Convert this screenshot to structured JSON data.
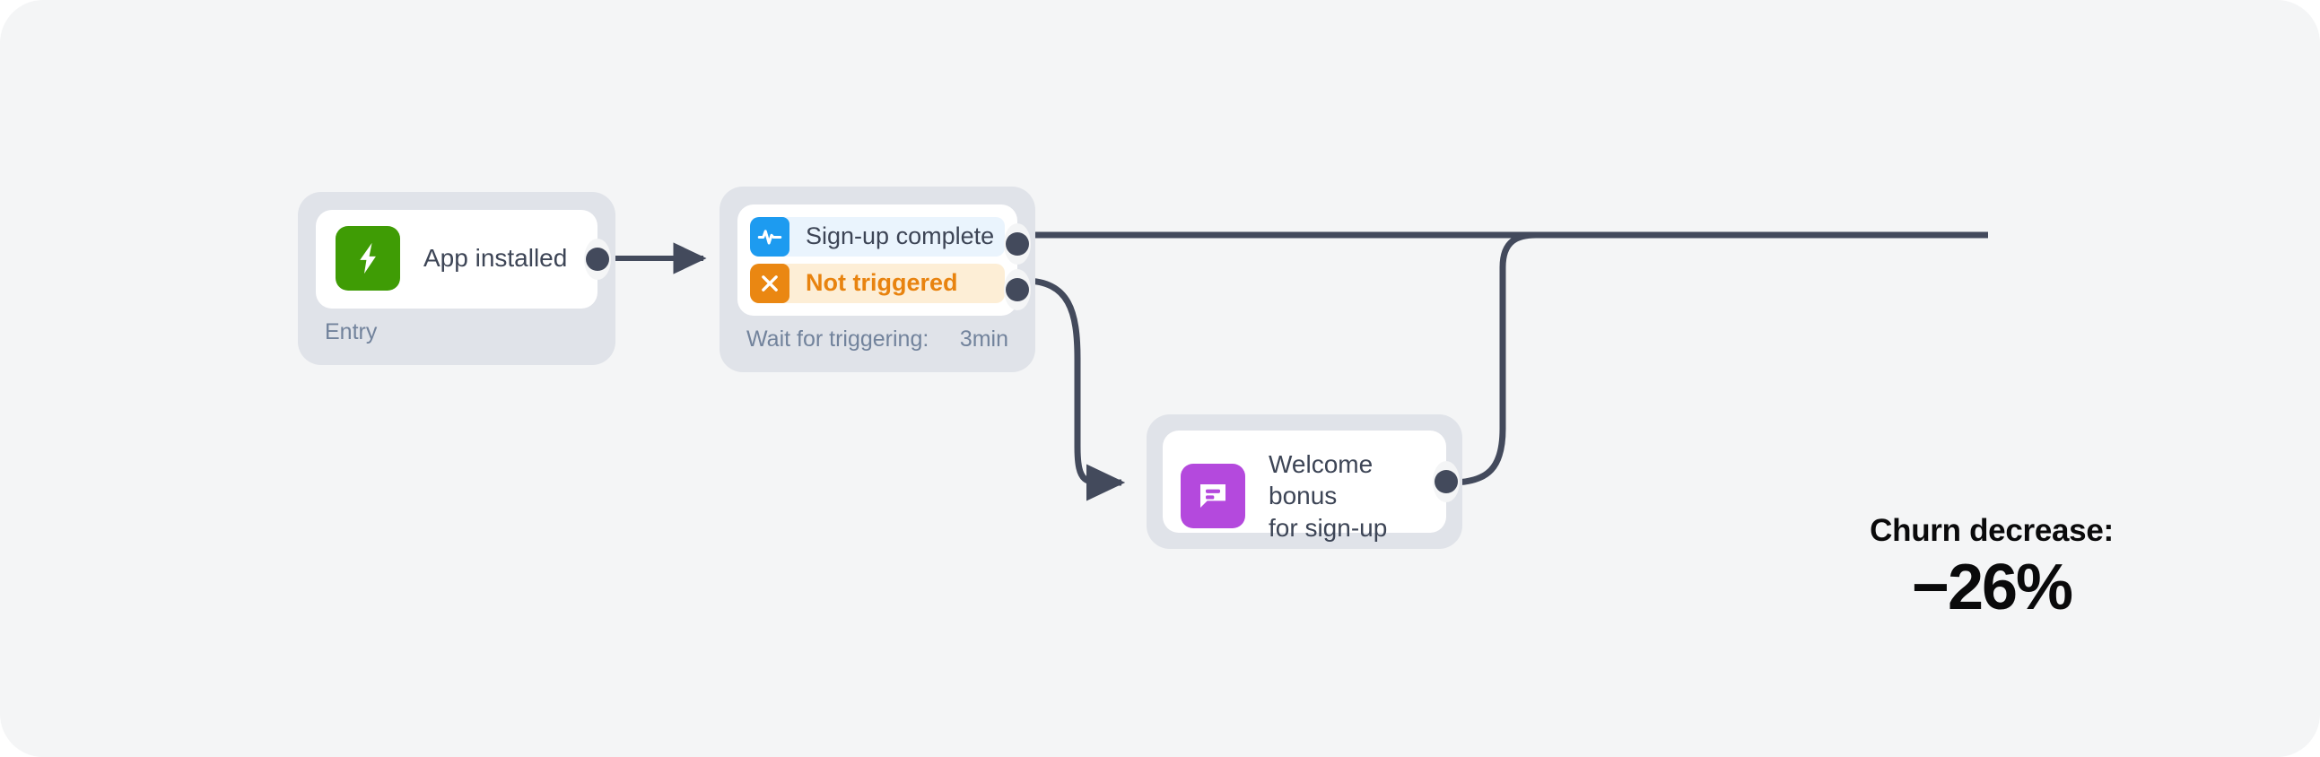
{
  "canvas": {
    "background": "#f4f5f6",
    "wire_color": "#434a5c"
  },
  "nodes": [
    {
      "id": "entry",
      "title": "App installed",
      "icon": "lightning-bolt-icon",
      "icon_color": "#3f9c05",
      "footer_label": "Entry",
      "footer_value": ""
    },
    {
      "id": "trigger-wait",
      "footer_label": "Wait for triggering:",
      "footer_value": "3min",
      "rows": [
        {
          "label": "Sign-up complete",
          "icon": "activity-pulse-icon",
          "icon_color": "#1d9bf0",
          "row_background": "#eaf4fd",
          "text_color": "#3d4556"
        },
        {
          "label": "Not triggered",
          "icon": "close-x-icon",
          "icon_color": "#ea8712",
          "row_background": "#fdeed6",
          "text_color": "#e8830f"
        }
      ]
    },
    {
      "id": "welcome-bonus",
      "title": "Welcome bonus\nfor sign-up",
      "icon": "message-bubble-icon",
      "icon_color": "#b449dd",
      "footer_label": "",
      "footer_value": ""
    }
  ],
  "metric": {
    "caption": "Churn decrease:",
    "value": "−26%"
  }
}
